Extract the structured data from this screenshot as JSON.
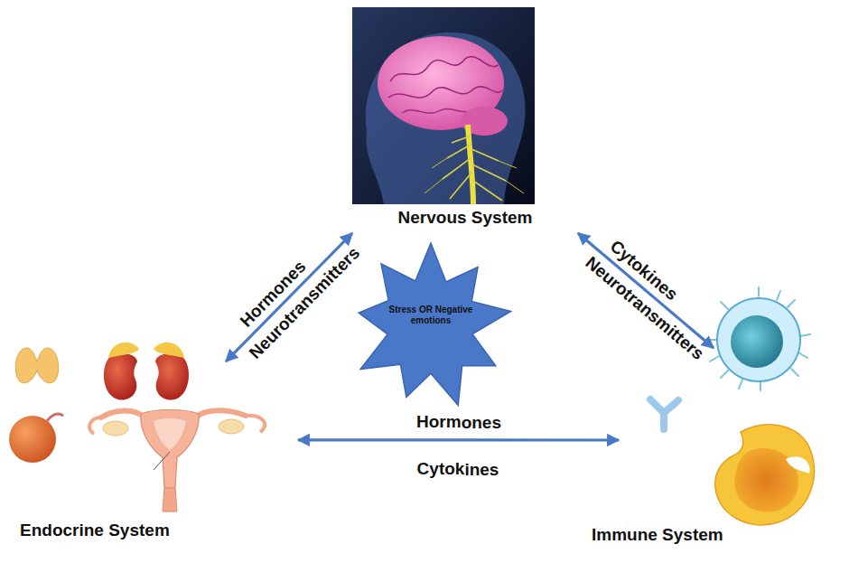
{
  "diagram": {
    "nodes": [
      {
        "text": [
          "Nervous System"
        ]
      },
      {
        "text": [
          "Stress OR Negative emotions"
        ]
      },
      {
        "text": [
          "Endocrine System"
        ]
      },
      {
        "text": [
          "Immune System"
        ]
      }
    ],
    "edges": [
      {
        "from": 2,
        "to": 0,
        "arrow": "both",
        "label": "Hormones"
      },
      {
        "from": 0,
        "to": 3,
        "arrow": "both",
        "label": "Cytokines"
      },
      {
        "from": 2,
        "to": 3,
        "arrow": "both",
        "label": "Hormones"
      }
    ],
    "labels": [
      "Neurotransmitters",
      "Neurotransmitters",
      "Cytokines"
    ]
  }
}
